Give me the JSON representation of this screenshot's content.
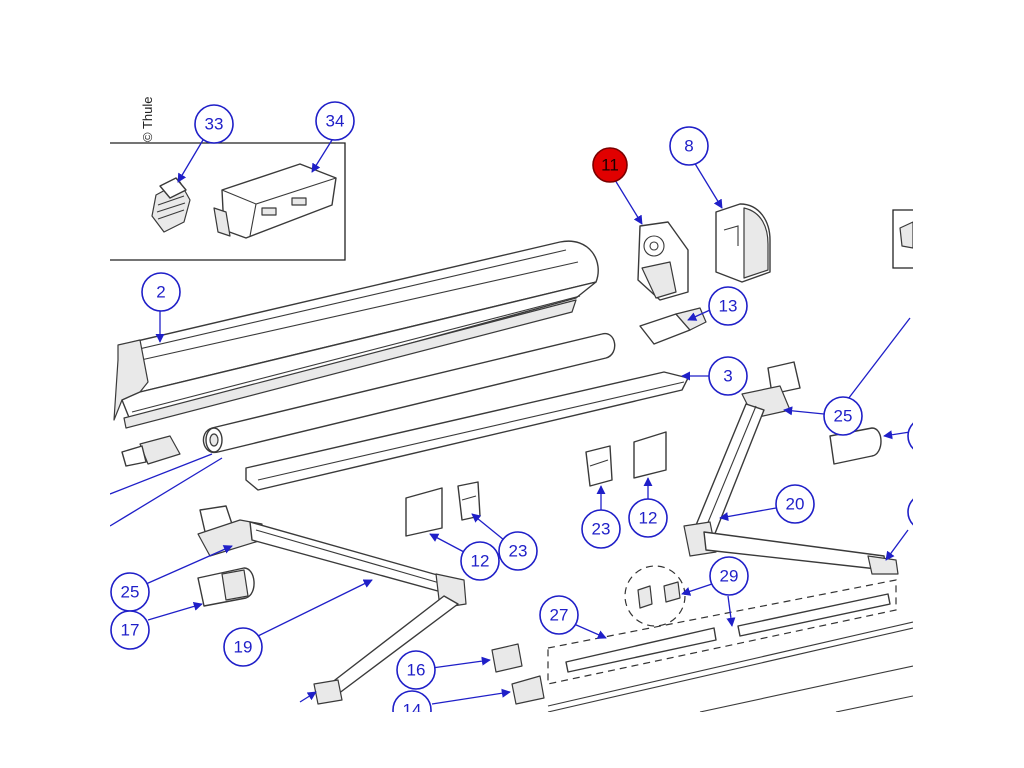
{
  "copyright": "© Thule",
  "highlight_color": "#e10000",
  "callout_color": "#1f1fc8",
  "callouts": [
    {
      "id": "c33",
      "label": "33"
    },
    {
      "id": "c34",
      "label": "34"
    },
    {
      "id": "c11",
      "label": "11",
      "highlighted": true
    },
    {
      "id": "c8",
      "label": "8"
    },
    {
      "id": "c2",
      "label": "2"
    },
    {
      "id": "c13",
      "label": "13"
    },
    {
      "id": "c3",
      "label": "3"
    },
    {
      "id": "c25a",
      "label": "25"
    },
    {
      "id": "c20",
      "label": "20"
    },
    {
      "id": "c23a",
      "label": "23"
    },
    {
      "id": "c12a",
      "label": "12"
    },
    {
      "id": "c12b",
      "label": "12"
    },
    {
      "id": "c23b",
      "label": "23"
    },
    {
      "id": "c25b",
      "label": "25"
    },
    {
      "id": "c17",
      "label": "17"
    },
    {
      "id": "c19",
      "label": "19"
    },
    {
      "id": "c29",
      "label": "29"
    },
    {
      "id": "c27",
      "label": "27"
    },
    {
      "id": "c16",
      "label": "16"
    },
    {
      "id": "c14",
      "label": "14"
    }
  ]
}
